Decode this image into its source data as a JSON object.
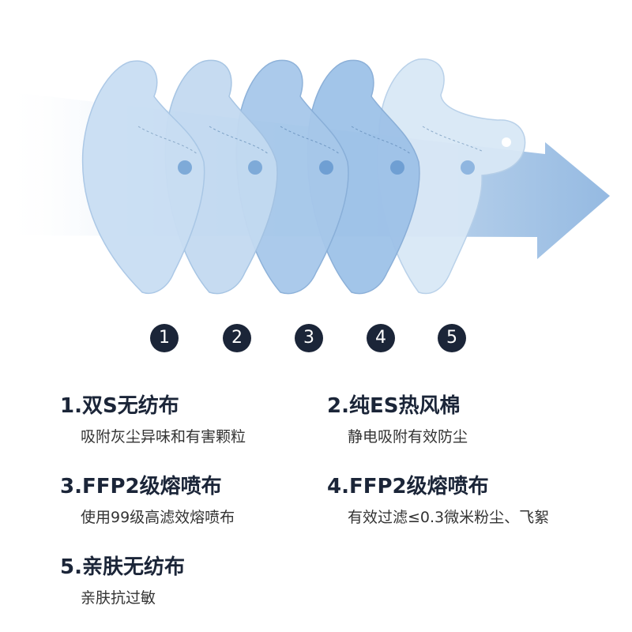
{
  "layers": [
    {
      "number": "1",
      "title": "1.双S无纺布",
      "description": "吸附灰尘异味和有害颗粒"
    },
    {
      "number": "2",
      "title": "2.纯ES热风棉",
      "description": "静电吸附有效防尘"
    },
    {
      "number": "3",
      "title": "3.FFP2级熔喷布",
      "description": "使用99级高滤效熔喷布"
    },
    {
      "number": "4",
      "title": "4.FFP2级熔喷布",
      "description": "有效过滤≤0.3微米粉尘、飞絮"
    },
    {
      "number": "5",
      "title": "5.亲肤无纺布",
      "description": "亲肤抗过敏"
    }
  ],
  "colors": {
    "arrow": "#a9c7e6",
    "layer_light": "#d6e6f6",
    "layer_dark": "#8fb6e0",
    "badge": "#1b2538",
    "title": "#1b2538"
  },
  "icons": {
    "arrow": "right-arrow-icon",
    "layer": "mask-layer-icon"
  }
}
